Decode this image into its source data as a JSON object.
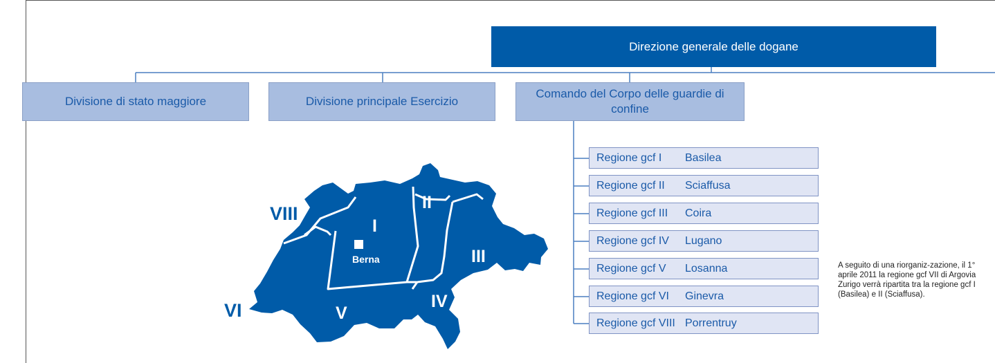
{
  "org": {
    "top": "Direzione generale delle dogane",
    "divisions": [
      {
        "label": "Divisione di stato maggiore"
      },
      {
        "label": "Divisione principale Esercizio"
      },
      {
        "label": "Comando del Corpo delle guardie di confine"
      }
    ],
    "regions": [
      {
        "name": "Regione gcf I",
        "city": "Basilea"
      },
      {
        "name": "Regione gcf II",
        "city": "Sciaffusa"
      },
      {
        "name": "Regione gcf III",
        "city": "Coira"
      },
      {
        "name": "Regione gcf IV",
        "city": "Lugano"
      },
      {
        "name": "Regione gcf V",
        "city": "Losanna"
      },
      {
        "name": "Regione gcf VI",
        "city": "Ginevra"
      },
      {
        "name": "Regione gcf VIII",
        "city": "Porrentruy"
      }
    ]
  },
  "map": {
    "labels": [
      "VIII",
      "I",
      "II",
      "III",
      "IV",
      "V",
      "VI"
    ],
    "capital": "Berna",
    "fill_color": "#005ba8"
  },
  "note": "A seguito di una riorganiz-zazione, il 1° aprile 2011 la regione gcf VII di Argovia Zurigo verrà ripartita tra la regione gcf I (Basilea) e II (Sciaffusa).",
  "colors": {
    "top_box": "#005ba8",
    "division_box": "#a8bde0",
    "region_box": "#e0e5f4",
    "line": "#4a7fc1"
  }
}
